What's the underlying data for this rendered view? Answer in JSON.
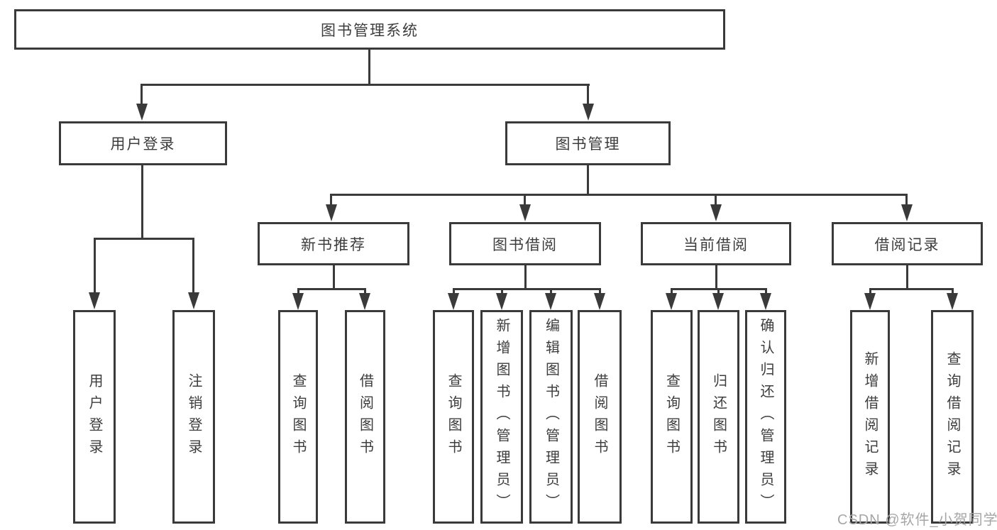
{
  "diagram_type": "hierarchy-diagram",
  "colors": {
    "line": "#3a3a3a",
    "text": "#3d3d3d",
    "background": "#ffffff",
    "watermark": "#a6a6a6"
  },
  "watermark": "CSDN @软件_小贺同学",
  "nodes": {
    "root": {
      "label": "图书管理系统"
    },
    "user_login": {
      "label": "用户登录"
    },
    "book_mgmt": {
      "label": "图书管理"
    },
    "new_recommend": {
      "label": "新书推荐"
    },
    "book_borrow": {
      "label": "图书借阅"
    },
    "current_borrow": {
      "label": "当前借阅"
    },
    "borrow_records": {
      "label": "借阅记录"
    },
    "leaf_user_login": {
      "label": "用户登录"
    },
    "leaf_logout_login": {
      "label": "注销登录"
    },
    "leaf_query_book_recommend": {
      "label": "查询图书"
    },
    "leaf_borrow_book_recommend": {
      "label": "借阅图书"
    },
    "leaf_query_book_borrow": {
      "label": "查询图书"
    },
    "leaf_add_book_admin": {
      "label": "新增图书（管理员）"
    },
    "leaf_edit_book_admin": {
      "label": "编辑图书（管理员）"
    },
    "leaf_borrow_book_borrow": {
      "label": "借阅图书"
    },
    "leaf_query_book_current": {
      "label": "查询图书"
    },
    "leaf_return_book": {
      "label": "归还图书"
    },
    "leaf_confirm_return_admin": {
      "label": "确认归还（管理员）"
    },
    "leaf_add_borrow_record": {
      "label": "新增借阅记录"
    },
    "leaf_query_borrow_record": {
      "label": "查询借阅记录"
    }
  }
}
